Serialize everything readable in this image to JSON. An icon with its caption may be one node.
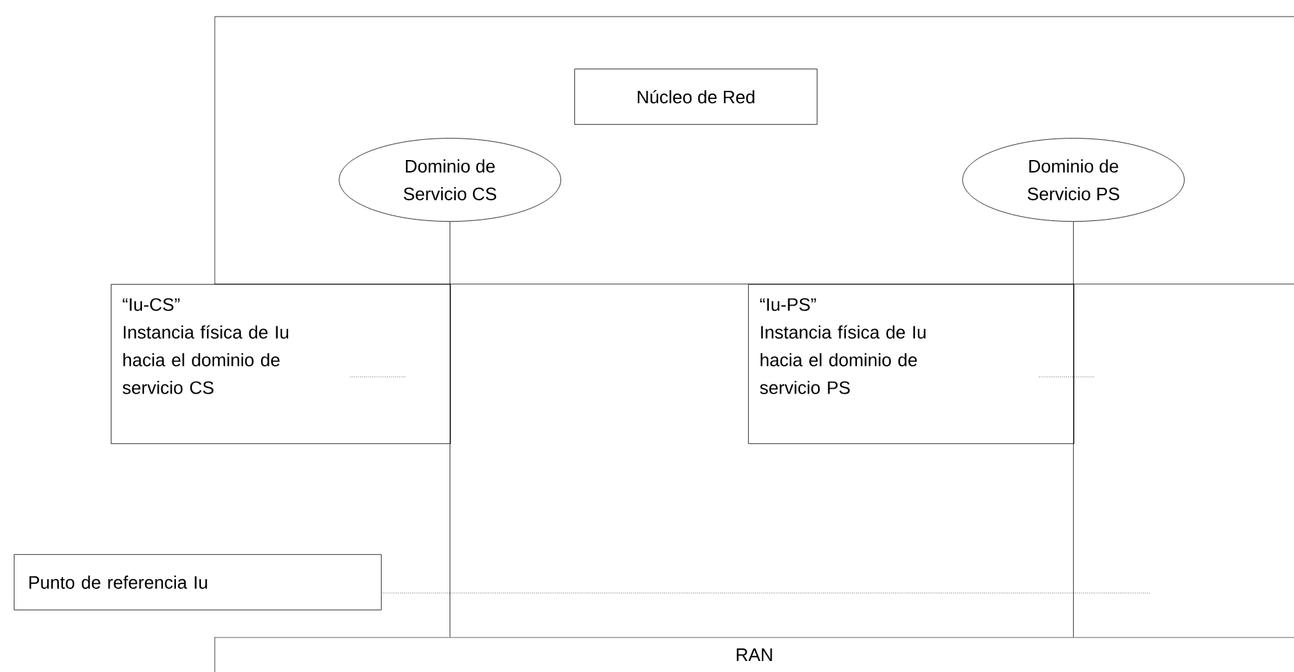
{
  "diagram": {
    "nodes": [
      {
        "text": [],
        "shape": "box"
      },
      {
        "text": [
          "Núcleo de Red"
        ],
        "in": 0
      },
      {
        "text": [
          "Dominio de Servicio CS"
        ],
        "in": 0
      },
      {
        "text": [
          "Dominio de Servicio PS"
        ],
        "in": 0
      },
      {
        "text": [
          "“Iu-CS”",
          "Instancia física de Iu hacia el dominio de servicio CS"
        ]
      },
      {
        "text": [
          "“Iu-PS”",
          "Instancia física de Iu hacia el dominio de servicio PS"
        ]
      },
      {
        "text": [
          "Punto de referencia Iu"
        ]
      },
      {
        "text": [
          "RAN"
        ]
      }
    ],
    "edges": [
      {
        "from": 2,
        "to": 7,
        "arrow": "none"
      },
      {
        "from": 3,
        "to": 7,
        "arrow": "none"
      },
      {
        "from": 4,
        "to": null,
        "arrow": "none",
        "style": "dashed"
      },
      {
        "from": 5,
        "to": null,
        "arrow": "none",
        "style": "dashed"
      },
      {
        "from": 6,
        "to": null,
        "arrow": "none",
        "style": "dashed"
      }
    ]
  }
}
